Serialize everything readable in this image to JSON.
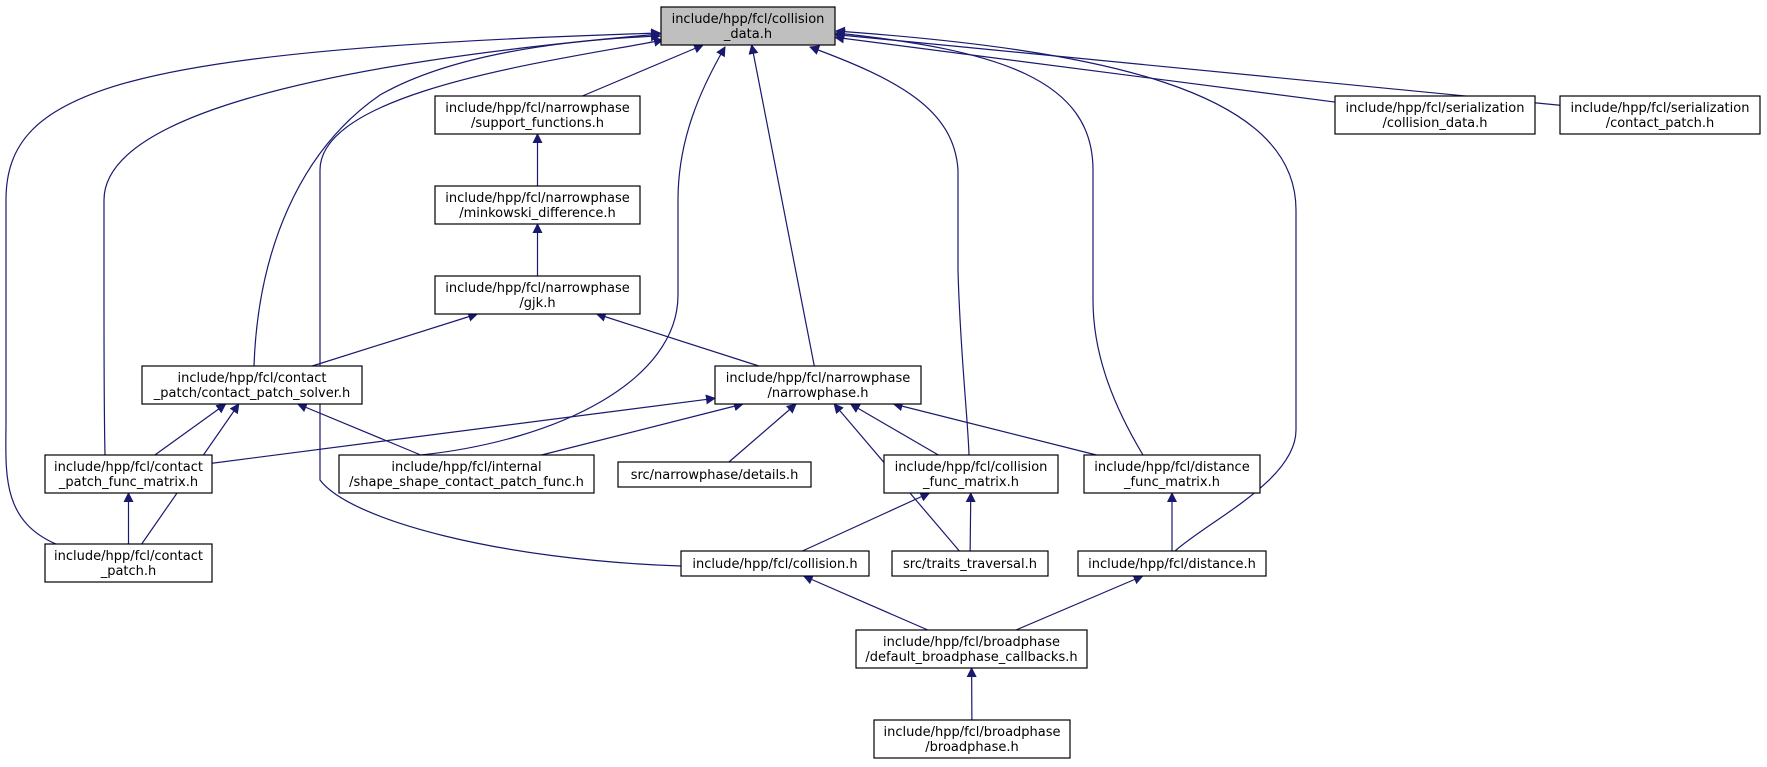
{
  "colors": {
    "edge": "#191970",
    "root_fill": "#bfbfbf",
    "node_fill": "#ffffff",
    "border": "#000000"
  },
  "nodes": {
    "cd": {
      "lines": [
        "include/hpp/fcl/collision",
        "_data.h"
      ],
      "highlighted": true
    },
    "sf": {
      "lines": [
        "include/hpp/fcl/narrowphase",
        "/support_functions.h"
      ]
    },
    "scd": {
      "lines": [
        "include/hpp/fcl/serialization",
        "/collision_data.h"
      ]
    },
    "scp": {
      "lines": [
        "include/hpp/fcl/serialization",
        "/contact_patch.h"
      ]
    },
    "md": {
      "lines": [
        "include/hpp/fcl/narrowphase",
        "/minkowski_difference.h"
      ]
    },
    "gjk": {
      "lines": [
        "include/hpp/fcl/narrowphase",
        "/gjk.h"
      ]
    },
    "cps": {
      "lines": [
        "include/hpp/fcl/contact",
        "_patch/contact_patch_solver.h"
      ]
    },
    "np": {
      "lines": [
        "include/hpp/fcl/narrowphase",
        "/narrowphase.h"
      ]
    },
    "cpfm": {
      "lines": [
        "include/hpp/fcl/contact",
        "_patch_func_matrix.h"
      ]
    },
    "sscp": {
      "lines": [
        "include/hpp/fcl/internal",
        "/shape_shape_contact_patch_func.h"
      ]
    },
    "det": {
      "lines": [
        "src/narrowphase/details.h"
      ]
    },
    "cfm": {
      "lines": [
        "include/hpp/fcl/collision",
        "_func_matrix.h"
      ]
    },
    "dfm": {
      "lines": [
        "include/hpp/fcl/distance",
        "_func_matrix.h"
      ]
    },
    "cp": {
      "lines": [
        "include/hpp/fcl/contact",
        "_patch.h"
      ]
    },
    "col": {
      "lines": [
        "include/hpp/fcl/collision.h"
      ]
    },
    "tt": {
      "lines": [
        "src/traits_traversal.h"
      ]
    },
    "dist": {
      "lines": [
        "include/hpp/fcl/distance.h"
      ]
    },
    "dbc": {
      "lines": [
        "include/hpp/fcl/broadphase",
        "/default_broadphase_callbacks.h"
      ]
    },
    "bp": {
      "lines": [
        "include/hpp/fcl/broadphase",
        "/broadphase.h"
      ]
    }
  },
  "edges": [
    [
      "sf",
      "cd"
    ],
    [
      "scd",
      "cd"
    ],
    [
      "scp",
      "cd"
    ],
    [
      "cps",
      "cd"
    ],
    [
      "np",
      "cd"
    ],
    [
      "cpfm",
      "cd"
    ],
    [
      "sscp",
      "cd"
    ],
    [
      "cfm",
      "cd"
    ],
    [
      "dfm",
      "cd"
    ],
    [
      "cp",
      "cd"
    ],
    [
      "col",
      "cd"
    ],
    [
      "dist",
      "cd"
    ],
    [
      "md",
      "sf"
    ],
    [
      "gjk",
      "md"
    ],
    [
      "cps",
      "gjk"
    ],
    [
      "np",
      "gjk"
    ],
    [
      "cpfm",
      "cps"
    ],
    [
      "sscp",
      "cps"
    ],
    [
      "cp",
      "cps"
    ],
    [
      "cpfm",
      "np"
    ],
    [
      "sscp",
      "np"
    ],
    [
      "det",
      "np"
    ],
    [
      "cfm",
      "np"
    ],
    [
      "dfm",
      "np"
    ],
    [
      "tt",
      "np"
    ],
    [
      "cp",
      "cpfm"
    ],
    [
      "col",
      "cfm"
    ],
    [
      "tt",
      "cfm"
    ],
    [
      "dist",
      "dfm"
    ],
    [
      "dbc",
      "col"
    ],
    [
      "dbc",
      "dist"
    ],
    [
      "bp",
      "dbc"
    ]
  ]
}
